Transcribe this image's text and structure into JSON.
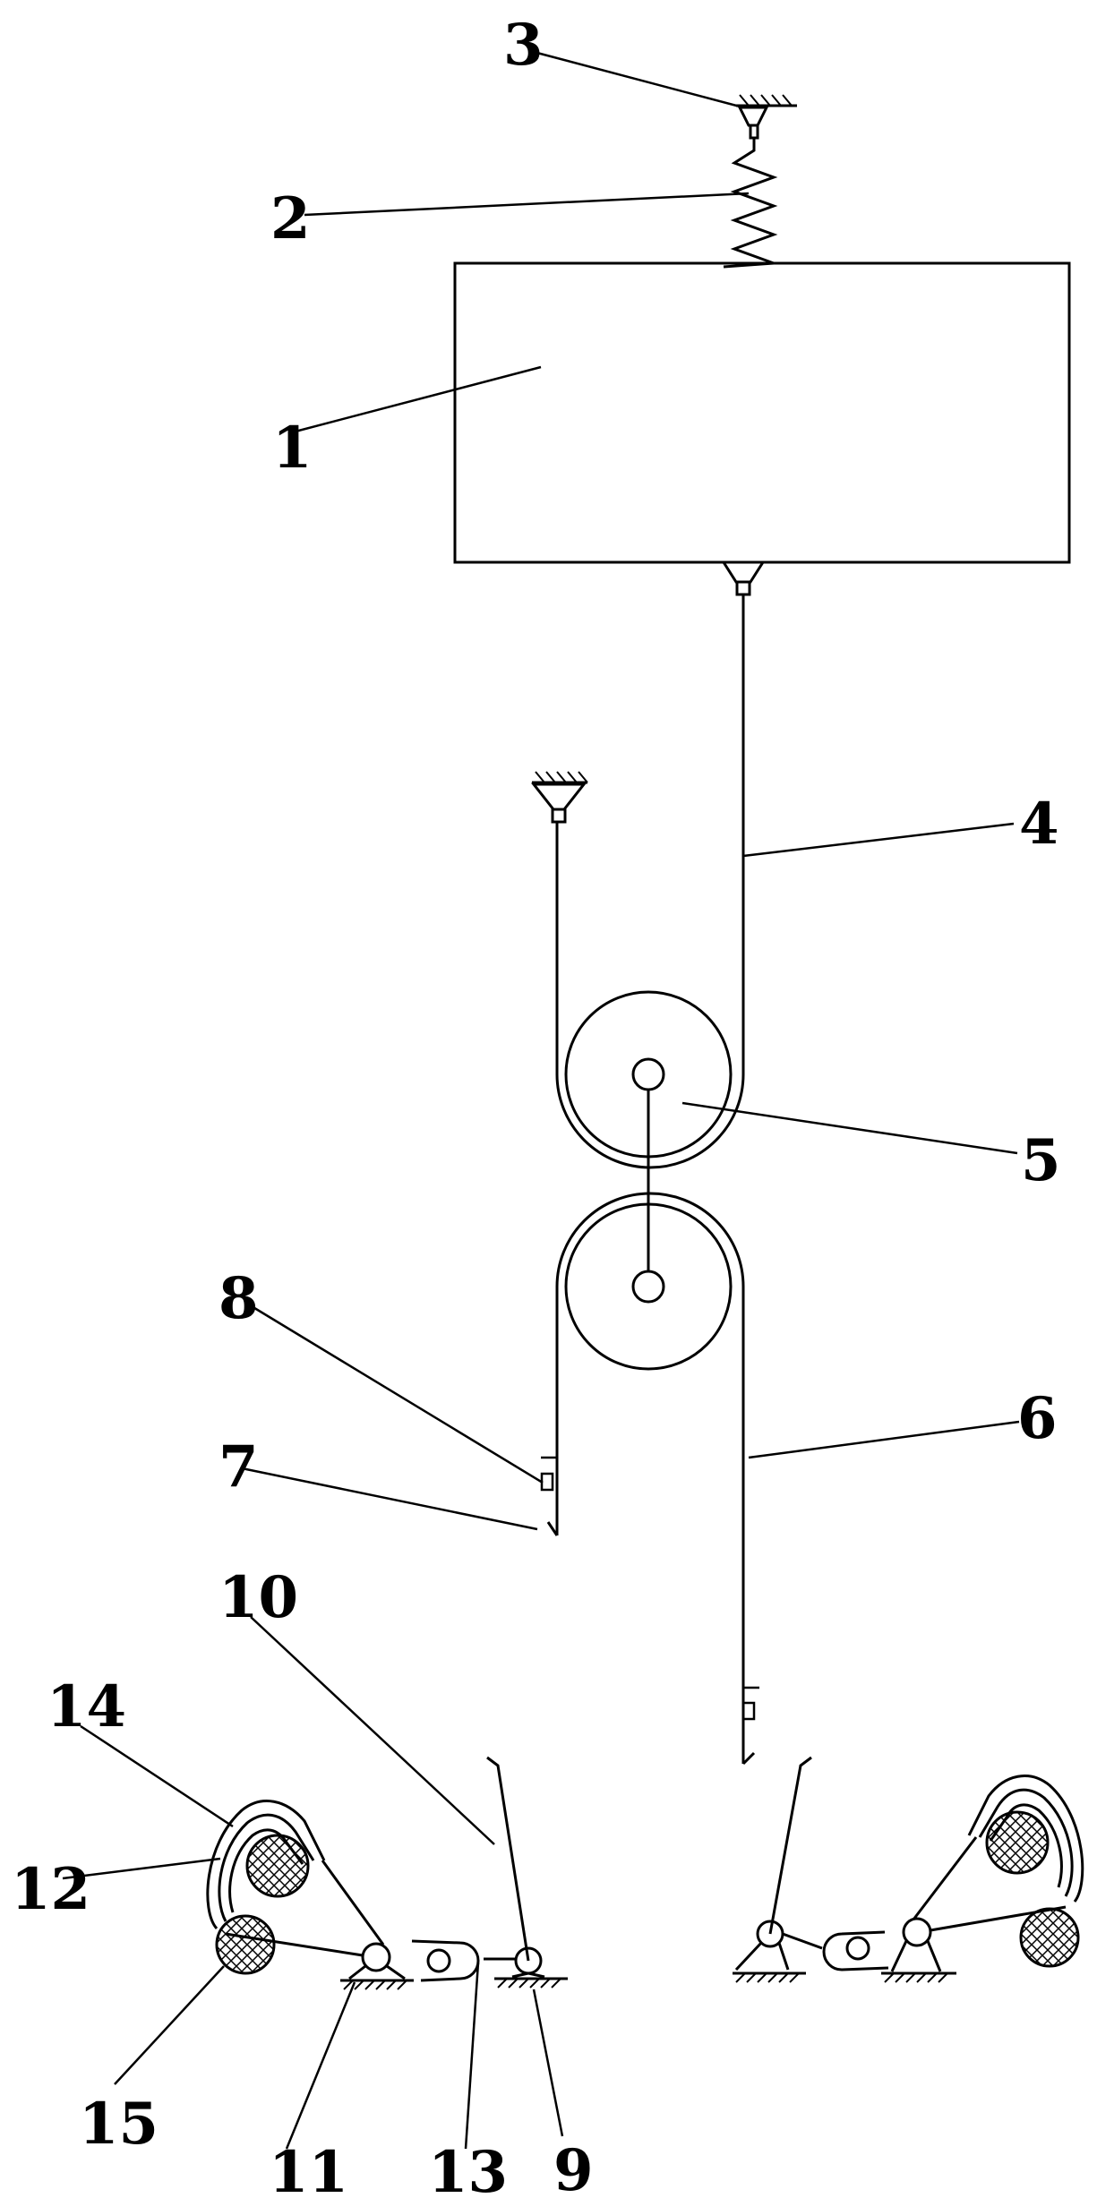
{
  "labels": {
    "l1": "1",
    "l2": "2",
    "l3": "3",
    "l4": "4",
    "l5": "5",
    "l6": "6",
    "l7": "7",
    "l8": "8",
    "l9": "9",
    "l10": "10",
    "l11": "11",
    "l12": "12",
    "l13": "13",
    "l14": "14",
    "l15": "15"
  },
  "colors": {
    "stroke": "#000000",
    "background": "#ffffff"
  }
}
